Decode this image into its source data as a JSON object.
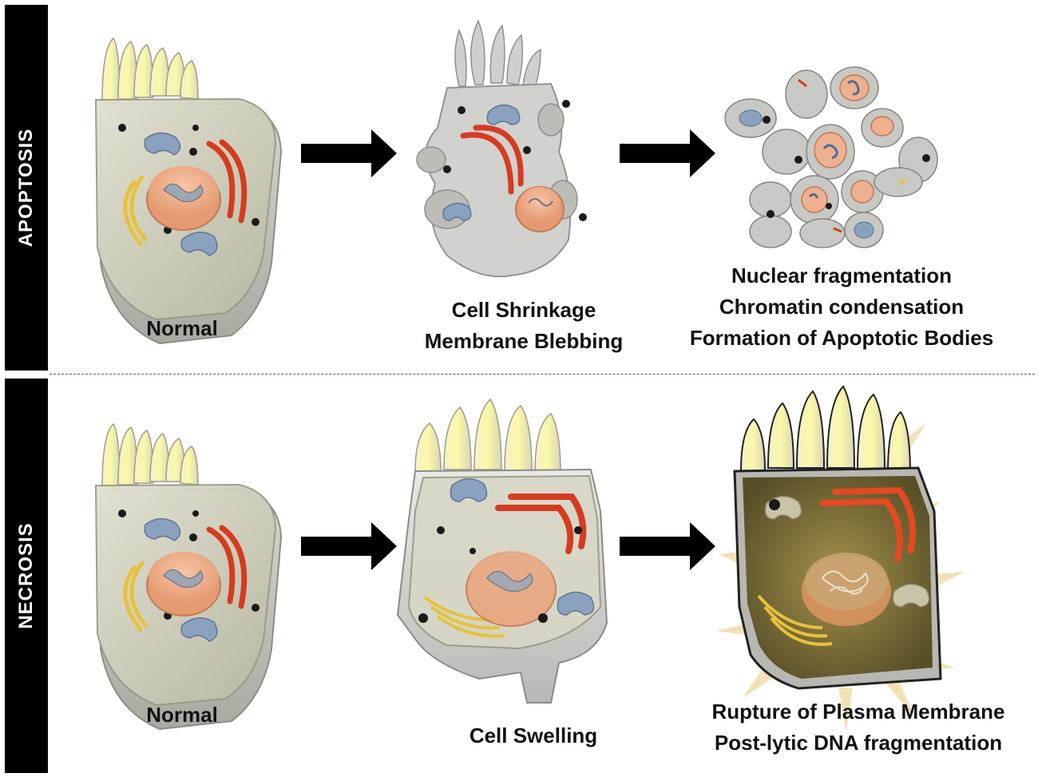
{
  "rows": [
    {
      "label": "APOPTOSIS",
      "stages": [
        {
          "caption_lines": [
            "Normal"
          ]
        },
        {
          "caption_lines": [
            "Cell Shrinkage",
            "Membrane Blebbing"
          ]
        },
        {
          "caption_lines": [
            "Nuclear fragmentation",
            "Chromatin condensation",
            "Formation of Apoptotic Bodies"
          ]
        }
      ]
    },
    {
      "label": "NECROSIS",
      "stages": [
        {
          "caption_lines": [
            "Normal"
          ]
        },
        {
          "caption_lines": [
            "Cell Swelling"
          ]
        },
        {
          "caption_lines": [
            "Rupture of Plasma Membrane",
            "Post-lytic DNA fragmentation"
          ]
        }
      ]
    }
  ],
  "colors": {
    "band": "#000000",
    "arrow": "#000000",
    "cytoplasm": "#c9c8b4",
    "nucleus": "#f2b08a",
    "mitochondria": "#8aa2c0",
    "golgi_red": "#d63b20",
    "golgi_yellow": "#e6c23a",
    "necrotic_tint": "#6b5a1e"
  }
}
